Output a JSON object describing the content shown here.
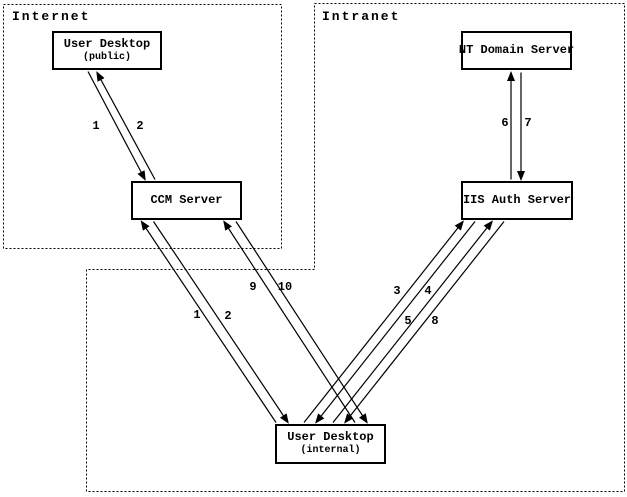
{
  "diagram": {
    "colors": {
      "line": "#000000",
      "background": "#ffffff",
      "text": "#000000"
    },
    "zones": [
      {
        "id": "internet",
        "label": "Internet"
      },
      {
        "id": "intranet",
        "label": "Intranet"
      }
    ],
    "nodes": [
      {
        "id": "user-desktop-public",
        "title": "User Desktop",
        "subtitle": "(public)",
        "zone": "internet"
      },
      {
        "id": "ccm-server",
        "title": "CCM Server",
        "subtitle": "",
        "zone": "internet"
      },
      {
        "id": "nt-domain-server",
        "title": "NT Domain Server",
        "subtitle": "",
        "zone": "intranet"
      },
      {
        "id": "iis-auth-server",
        "title": "IIS Auth Server",
        "subtitle": "",
        "zone": "intranet"
      },
      {
        "id": "user-desktop-internal",
        "title": "User Desktop",
        "subtitle": "(internal)",
        "zone": "intranet"
      }
    ],
    "edges": [
      {
        "label": "1",
        "from": "user-desktop-public",
        "to": "ccm-server"
      },
      {
        "label": "2",
        "from": "ccm-server",
        "to": "user-desktop-public"
      },
      {
        "label": "1",
        "from": "user-desktop-internal",
        "to": "ccm-server"
      },
      {
        "label": "2",
        "from": "ccm-server",
        "to": "user-desktop-internal"
      },
      {
        "label": "9",
        "from": "user-desktop-internal",
        "to": "ccm-server"
      },
      {
        "label": "10",
        "from": "ccm-server",
        "to": "user-desktop-internal"
      },
      {
        "label": "3",
        "from": "user-desktop-internal",
        "to": "iis-auth-server"
      },
      {
        "label": "4",
        "from": "iis-auth-server",
        "to": "user-desktop-internal"
      },
      {
        "label": "5",
        "from": "user-desktop-internal",
        "to": "iis-auth-server"
      },
      {
        "label": "8",
        "from": "iis-auth-server",
        "to": "user-desktop-internal"
      },
      {
        "label": "6",
        "from": "iis-auth-server",
        "to": "nt-domain-server"
      },
      {
        "label": "7",
        "from": "nt-domain-server",
        "to": "iis-auth-server"
      }
    ]
  }
}
